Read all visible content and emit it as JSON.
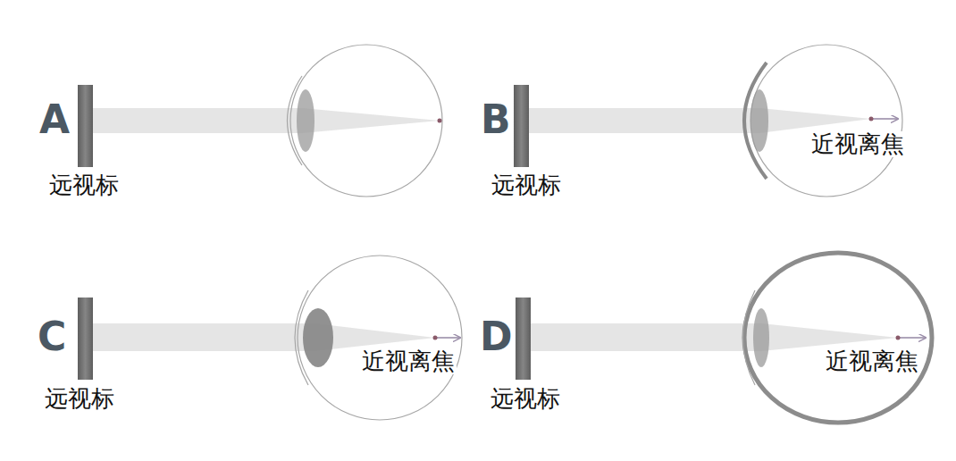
{
  "diagram": {
    "labels": [
      "A",
      "远视标",
      "B",
      "近视离焦",
      "远视标",
      "C",
      "近视离焦",
      "远视标",
      "D",
      "近视离焦",
      "远视标"
    ]
  }
}
